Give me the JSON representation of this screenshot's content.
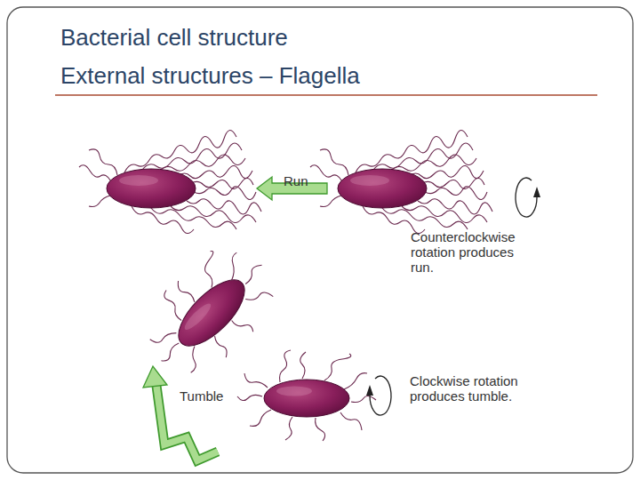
{
  "diagram": {
    "title": "Bacterial cell structure",
    "labels": [
      "External structures – Flagella",
      "Run",
      "Counterclockwise rotation produces run.",
      "Tumble",
      "Clockwise rotation produces tumble."
    ]
  }
}
